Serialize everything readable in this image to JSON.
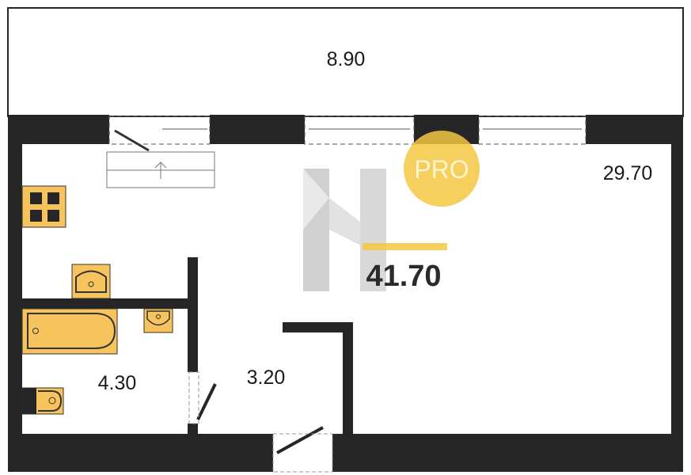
{
  "plan": {
    "balcony_area": "8.90",
    "room_area": "29.70",
    "total_area": "41.70",
    "bathroom_area": "4.30",
    "hallway_area": "3.20"
  },
  "logo": {
    "badge": "PRO"
  },
  "colors": {
    "wall": "#262626",
    "fixture": "#f6c35c",
    "logo_yellow": "#f5c842",
    "logo_grey": "#c8c8c8"
  }
}
